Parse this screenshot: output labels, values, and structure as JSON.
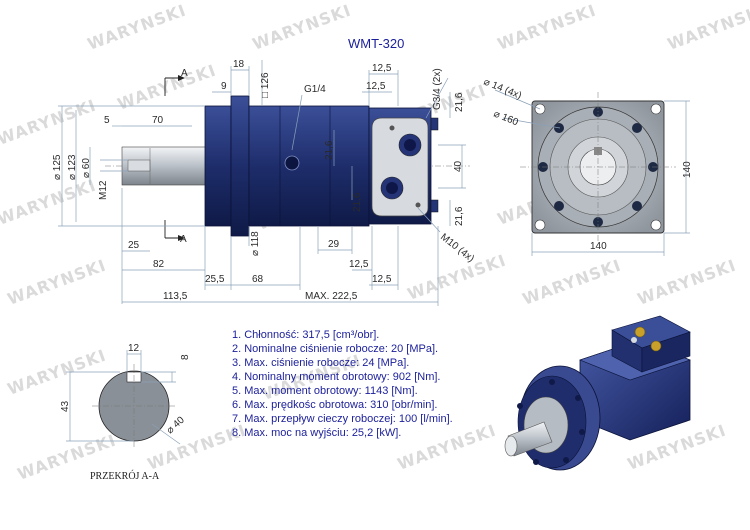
{
  "title": "WMT-320",
  "watermark": "WARYNSKI",
  "section_label": "PRZEKRÓJ A-A",
  "specs": [
    "1. Chłonność: 317,5 [cm³/obr].",
    "2. Nominalne ciśnienie robocze: 20 [MPa].",
    "3. Max. ciśnienie robocze: 24 [MPa].",
    "4. Nominalny moment obrotowy: 902 [Nm].",
    "5. Max. moment obrotowy: 1143 [Nm].",
    "6. Max. prędkośc obrotowa: 310 [obr/min].",
    "7. Max. przepływ cieczy roboczej: 100 [l/min].",
    "8. Max. moc na wyjściu: 25,2 [kW]."
  ],
  "side_view": {
    "section_mark": "A",
    "top": {
      "d18": "18",
      "d9": "9",
      "sq126": "□ 126",
      "port": "G1/4",
      "d12_5a": "12,5",
      "d12_5b": "12,5",
      "g34": "G3/4 (2x)",
      "d21_6": "21,6"
    },
    "left": {
      "d5": "5",
      "d70": "70",
      "phi125": "⌀ 125",
      "phi123": "⌀ 123",
      "phi60": "⌀ 60",
      "m12": "M12"
    },
    "mid": {
      "v21_6a": "21,6",
      "v21_6b": "21,6",
      "v40": "40",
      "v21_6c": "21,6",
      "m10": "M10 (4x)"
    },
    "bottom": {
      "d25": "25",
      "d82": "82",
      "phi118": "⌀ 118",
      "d29": "29",
      "d12_5c": "12,5",
      "d12_5d": "12,5",
      "d25_5": "25,5",
      "d68": "68",
      "d113_5": "113,5",
      "max": "MAX. 222,5"
    }
  },
  "front_view": {
    "phi14": "⌀ 14 (4x)",
    "phi160": "⌀ 160",
    "h140": "140",
    "w140": "140"
  },
  "section_view": {
    "d12": "12",
    "d8": "8",
    "d43": "43",
    "phi40": "⌀ 40"
  },
  "colors": {
    "title": "#1b1f9a",
    "motor_body": "#1e2d6b",
    "motor_body_dark": "#0f1a47",
    "steel": "#bfc5cc",
    "watermark": "#d6d6d6"
  }
}
